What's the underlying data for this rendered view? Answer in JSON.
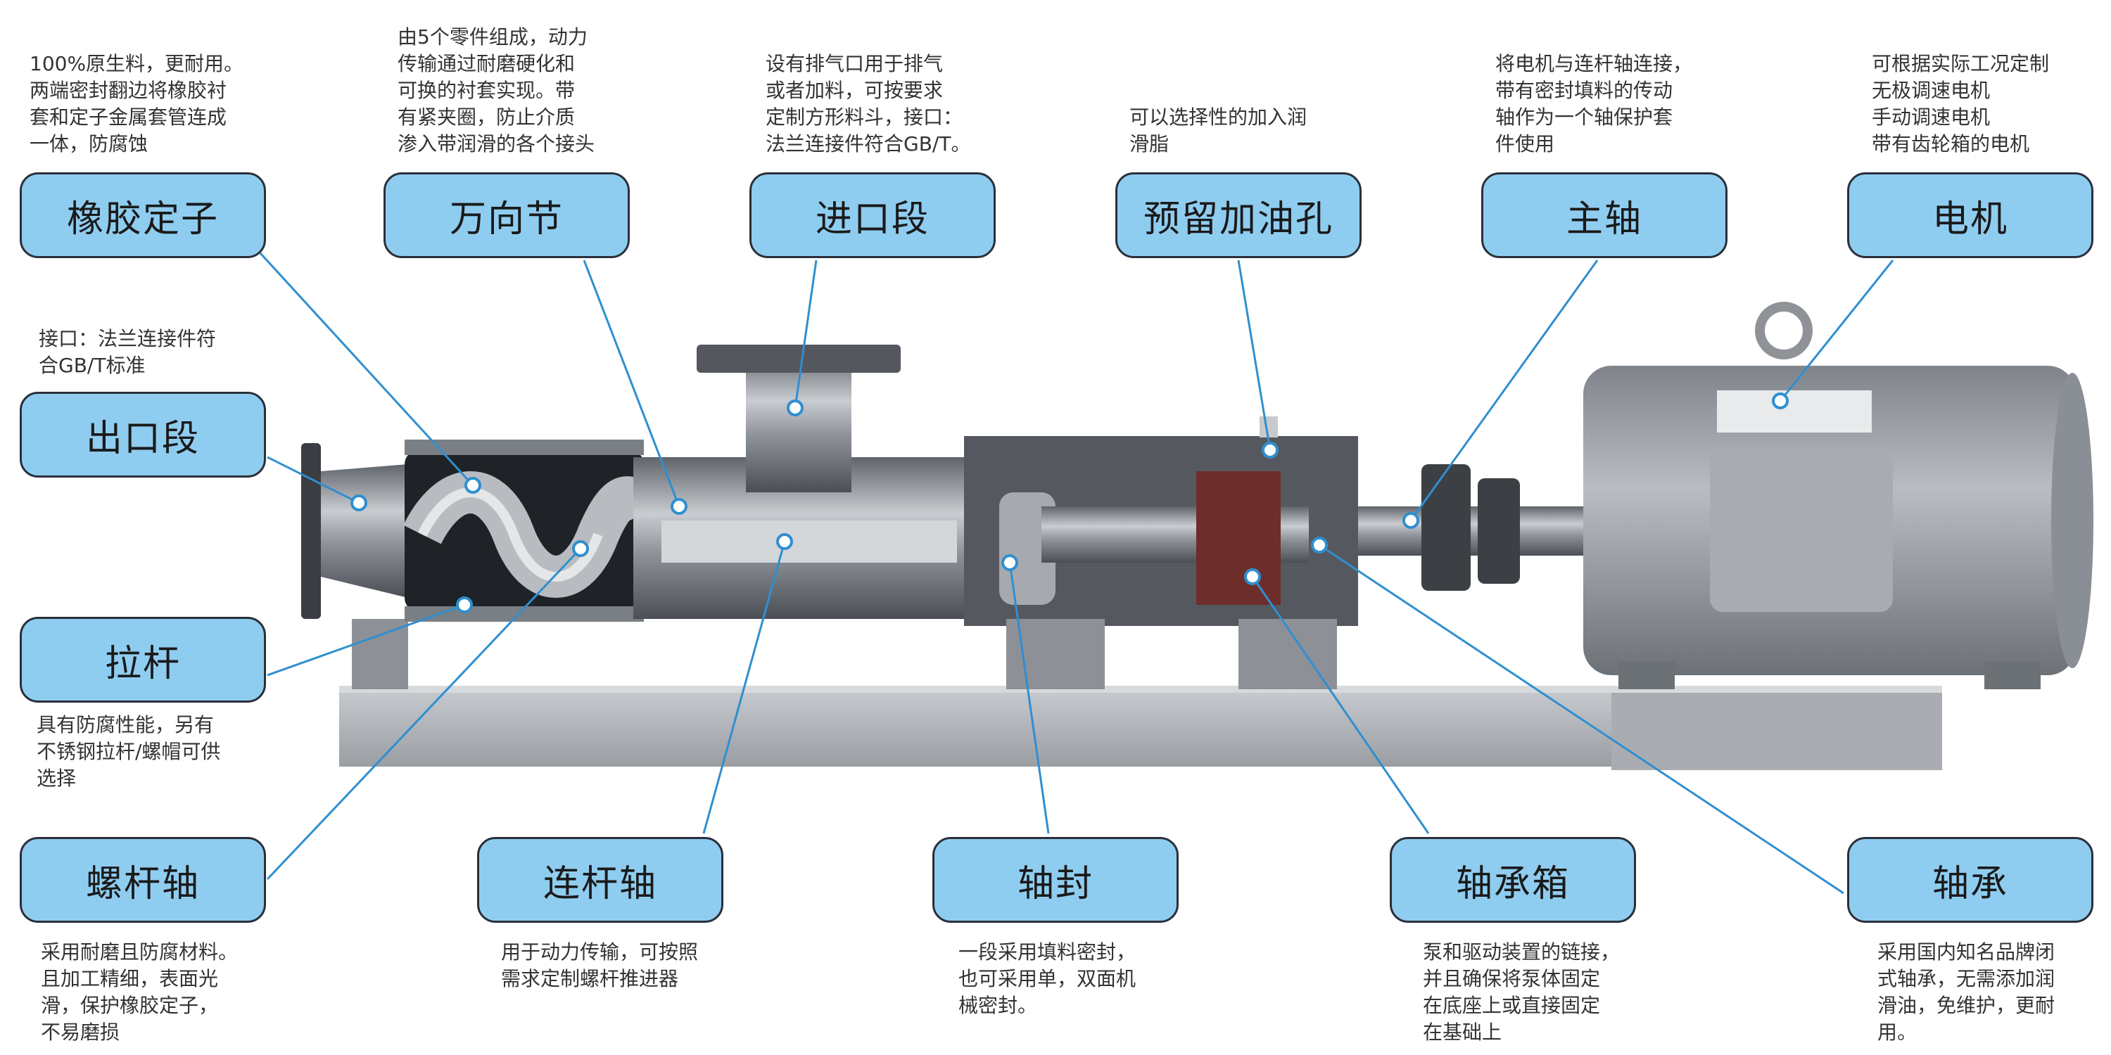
{
  "labels": {
    "rubber_stator": "橡胶定子",
    "universal_joint": "万向节",
    "inlet_section": "进口段",
    "oil_hole": "预留加油孔",
    "main_shaft": "主轴",
    "motor": "电机",
    "outlet_section": "出口段",
    "tie_rod": "拉杆",
    "screw_shaft": "螺杆轴",
    "connecting_rod": "连杆轴",
    "shaft_seal": "轴封",
    "bearing_box": "轴承箱",
    "bearing": "轴承"
  },
  "descriptions": {
    "rubber_stator": "100%原生料，更耐用。\n两端密封翻边将橡胶衬\n套和定子金属套管连成\n一体，防腐蚀",
    "universal_joint": "由5个零件组成，动力\n传输通过耐磨硬化和\n可换的衬套实现。带\n有紧夹圈，防止介质\n渗入带润滑的各个接头",
    "inlet_section": "设有排气口用于排气\n或者加料，可按要求\n定制方形料斗，接口：\n法兰连接件符合GB/T。",
    "oil_hole": "可以选择性的加入润\n滑脂",
    "main_shaft": "将电机与连杆轴连接，\n带有密封填料的传动\n轴作为一个轴保护套\n件使用",
    "motor": "可根据实际工况定制\n无极调速电机\n手动调速电机\n带有齿轮箱的电机",
    "outlet_section": "接口：法兰连接件符\n合GB/T标准",
    "tie_rod": "具有防腐性能，另有\n不锈钢拉杆/螺帽可供\n选择",
    "screw_shaft": "采用耐磨且防腐材料。\n且加工精细，表面光\n滑，保护橡胶定子，\n不易磨损",
    "connecting_rod": "用于动力传输，可按照\n需求定制螺杆推进器",
    "shaft_seal": "一段采用填料密封，\n也可采用单，双面机\n械密封。",
    "bearing_box": "泵和驱动装置的链接，\n并且确保将泵体固定\n在底座上或直接固定\n在基础上",
    "bearing": "采用国内知名品牌闭\n式轴承，无需添加润\n滑油，免维护，更耐\n用。"
  },
  "colors": {
    "label_fill": "#8fcdf0",
    "label_border": "#2a2f3a",
    "leader_line": "#2f8fd0",
    "pump_metal": "#8a8f96",
    "base": "#b8bbbf",
    "motor": "#9da2a8"
  }
}
